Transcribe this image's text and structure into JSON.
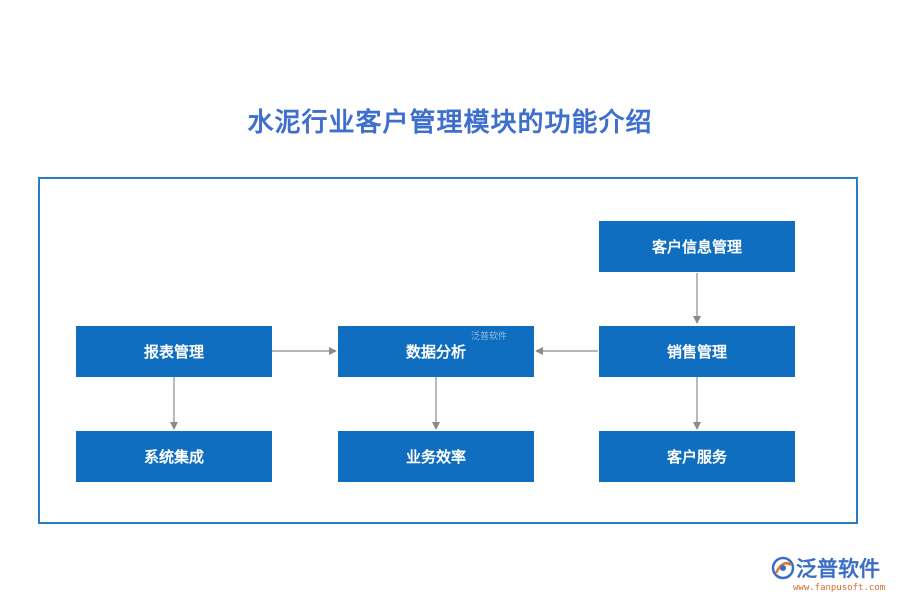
{
  "title": "水泥行业客户管理模块的功能介绍",
  "nodes": {
    "customer_info": "客户信息管理",
    "report": "报表管理",
    "data_analysis": "数据分析",
    "sales": "销售管理",
    "system_integration": "系统集成",
    "business_efficiency": "业务效率",
    "customer_service": "客户服务"
  },
  "edges": [
    {
      "from": "customer_info",
      "to": "sales"
    },
    {
      "from": "report",
      "to": "data_analysis"
    },
    {
      "from": "sales",
      "to": "data_analysis"
    },
    {
      "from": "report",
      "to": "system_integration"
    },
    {
      "from": "data_analysis",
      "to": "business_efficiency"
    },
    {
      "from": "sales",
      "to": "customer_service"
    }
  ],
  "watermark": "泛普软件",
  "logo": {
    "text": "泛普软件",
    "url": "www.fanpusoft.com",
    "icon": "fanpu-logo-icon"
  },
  "colors": {
    "title": "#3e6fcf",
    "node_fill": "#0f6ebf",
    "frame": "#2a7fc4",
    "arrow": "#8a8a8a"
  }
}
